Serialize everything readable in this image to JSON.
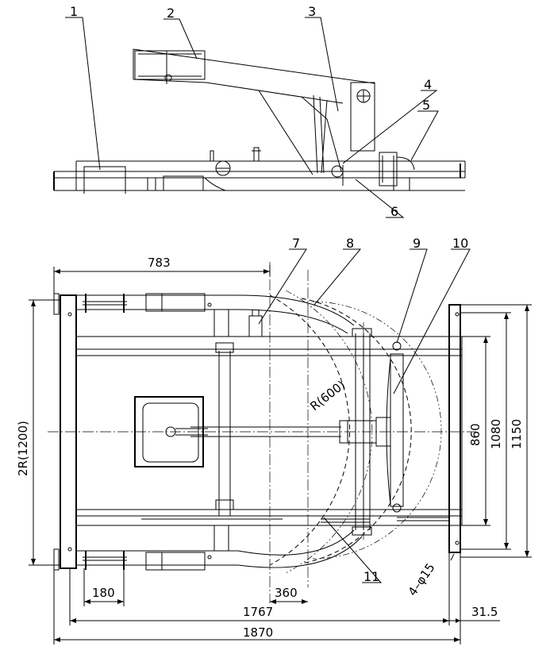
{
  "callouts": [
    "1",
    "2",
    "3",
    "4",
    "5",
    "6",
    "7",
    "8",
    "9",
    "10",
    "11"
  ],
  "dimensions": {
    "d783": "783",
    "d2r1200": "2R(1200)",
    "dr600": "R(600)",
    "d860": "860",
    "d1080": "1080",
    "d1150": "1150",
    "d180": "180",
    "d360": "360",
    "d1767": "1767",
    "d31_5": "31.5",
    "d1870": "1870",
    "d4phi15": "4–φ15"
  }
}
